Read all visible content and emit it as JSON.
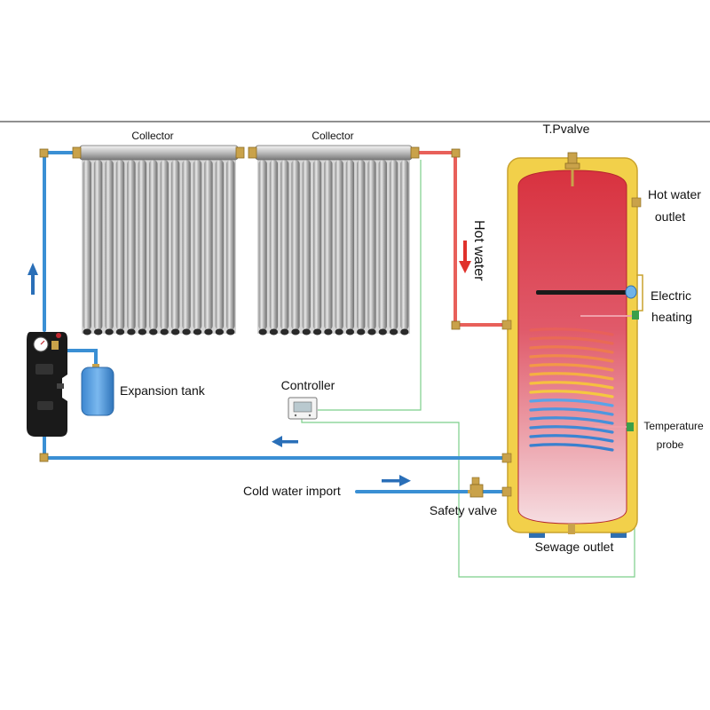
{
  "labels": {
    "collector_left": "Collector",
    "collector_right": "Collector",
    "tp_valve": "T.Pvalve",
    "hot_water_outlet_line1": "Hot water",
    "hot_water_outlet_line2": "outlet",
    "hot_water_flow": "Hot water",
    "electric_heating_line1": "Electric",
    "electric_heating_line2": "heating",
    "expansion_tank": "Expansion tank",
    "controller": "Controller",
    "temperature_probe_line1": "Temperature",
    "temperature_probe_line2": "probe",
    "cold_water_import": "Cold water import",
    "safety_valve": "Safety valve",
    "sewage_outlet": "Sewage outlet"
  },
  "colors": {
    "cold_pipe": "#3a8fd4",
    "hot_pipe": "#e8605a",
    "fitting": "#c9a24a",
    "tank_shell": "#f2d04a",
    "tank_hot": "#d8323f",
    "tank_cold": "#f6d9de",
    "sensor_wire": "#7ccf8a",
    "flow_arrow_blue": "#2a6fb8",
    "flow_arrow_red": "#e0322c",
    "pump_station": "#1a1a1a",
    "expansion_tank": "#4f9be0"
  },
  "icons": {
    "pump_station": "pump-station-icon",
    "controller": "controller-icon",
    "expansion_tank": "expansion-tank-icon",
    "storage_tank": "storage-tank-icon"
  }
}
